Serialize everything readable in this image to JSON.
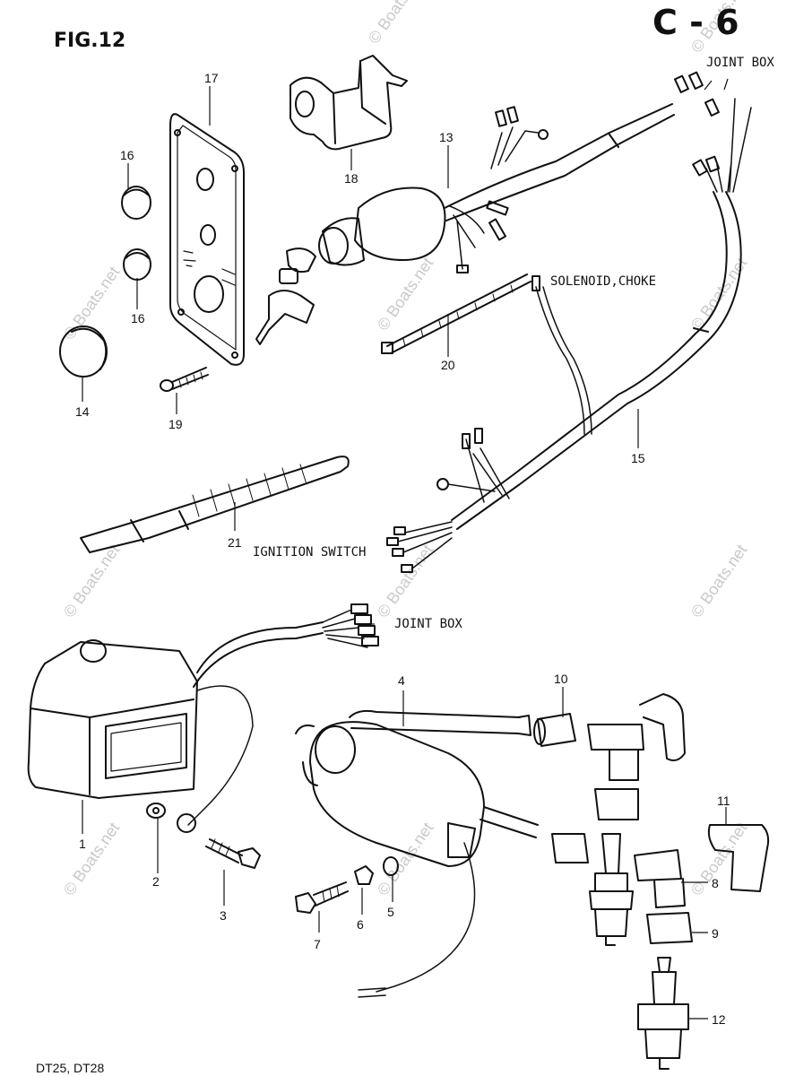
{
  "header": {
    "fig_label": "FIG.12",
    "page_code": "C - 6"
  },
  "watermark": "© Boats.net",
  "annotations": {
    "joint_box_top": "JOINT BOX",
    "solenoid_choke": "SOLENOID,CHOKE",
    "ignition_switch": "IGNITION SWITCH",
    "joint_box_mid": "JOINT BOX"
  },
  "parts": {
    "p1": "1",
    "p2": "2",
    "p3": "3",
    "p4": "4",
    "p5": "5",
    "p6": "6",
    "p7": "7",
    "p8": "8",
    "p9": "9",
    "p10": "10",
    "p11": "11",
    "p12": "12",
    "p13": "13",
    "p14": "14",
    "p15": "15",
    "p16a": "16",
    "p16b": "16",
    "p17": "17",
    "p18": "18",
    "p19": "19",
    "p20": "20",
    "p21": "21"
  },
  "footer": {
    "models": "DT25, DT28"
  }
}
